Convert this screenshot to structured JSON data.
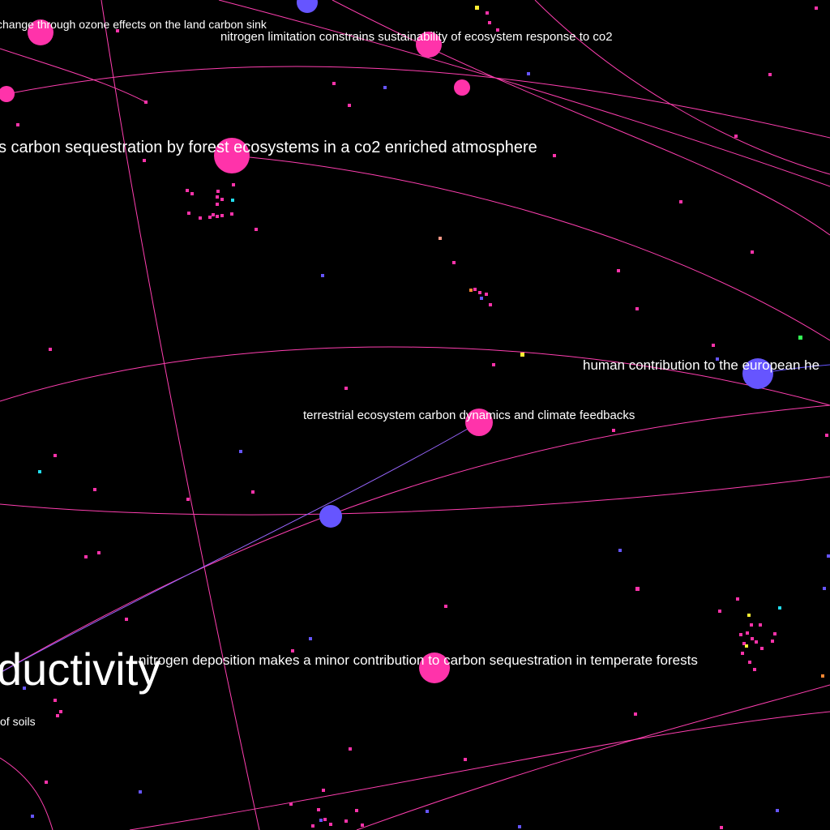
{
  "colors": {
    "background": "#000000",
    "magenta": "#ff33aa",
    "edge_magenta": "#ff3fb0",
    "blue": "#6655ff",
    "edge_purple": "#9966ff",
    "cyan": "#22ddee",
    "yellow": "#ffee33",
    "orange": "#ff8833",
    "green": "#33ff55",
    "label": "#ffffff"
  },
  "labels": {
    "ozone": "change through ozone effects on the land carbon sink",
    "nitrogen_limitation": "nitrogen limitation constrains sustainability of ecosystem response to co2",
    "forest_sequestration": "s carbon sequestration by forest ecosystems in a co2 enriched atmosphere",
    "european_heatwave": "human contribution to the european he",
    "terrestrial_dynamics": "terrestrial ecosystem carbon dynamics and climate feedbacks",
    "nitrogen_deposition": "nitrogen deposition makes a minor contribution to carbon sequestration in temperate forests",
    "productivity": "ductivity",
    "soils": "of soils"
  }
}
